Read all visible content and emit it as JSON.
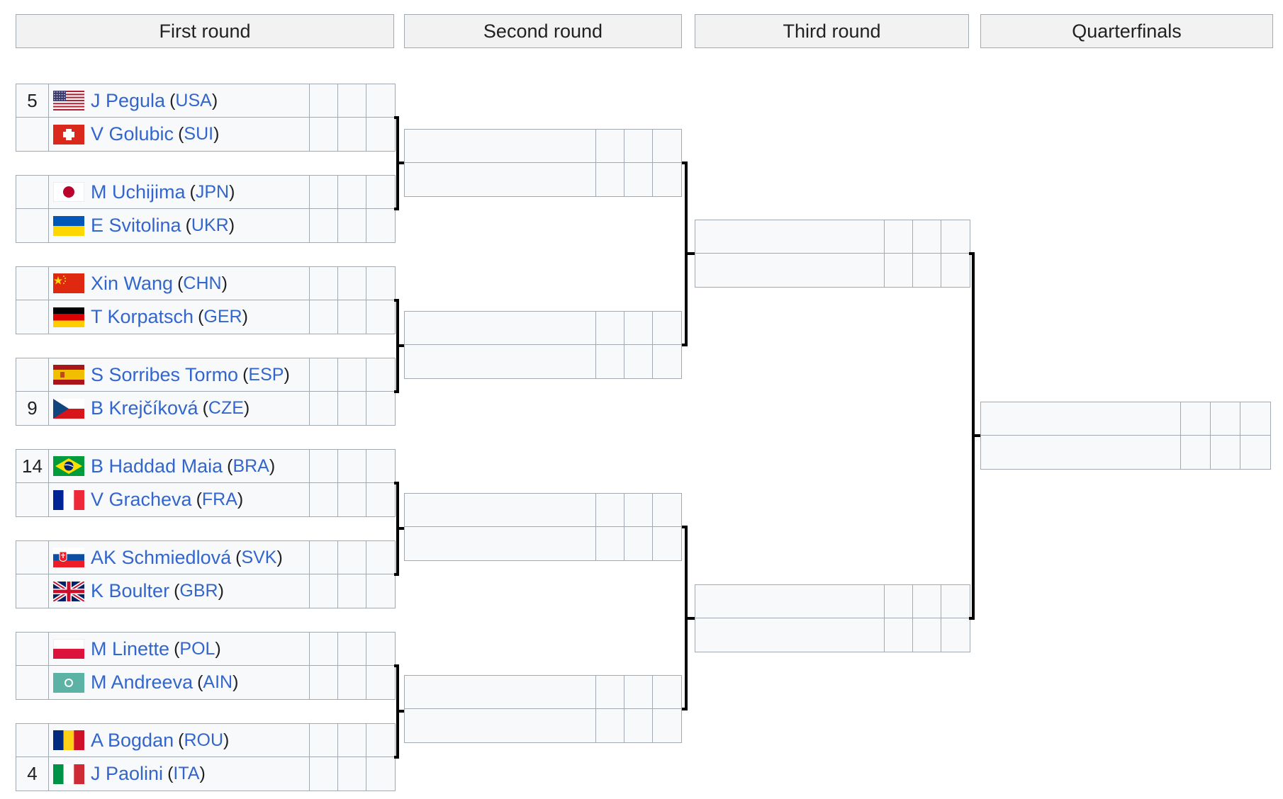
{
  "headers": [
    "First round",
    "Second round",
    "Third round",
    "Quarterfinals"
  ],
  "first_round": [
    {
      "seed": "5",
      "name": "J Pegula",
      "noc": "USA",
      "flag": "usa-flag"
    },
    {
      "seed": "",
      "name": "V Golubic",
      "noc": "SUI",
      "flag": "switzerland-flag"
    },
    {
      "seed": "",
      "name": "M Uchijima",
      "noc": "JPN",
      "flag": "japan-flag"
    },
    {
      "seed": "",
      "name": "E Svitolina",
      "noc": "UKR",
      "flag": "ukraine-flag"
    },
    {
      "seed": "",
      "name": "Xin Wang",
      "noc": "CHN",
      "flag": "china-flag"
    },
    {
      "seed": "",
      "name": "T Korpatsch",
      "noc": "GER",
      "flag": "germany-flag"
    },
    {
      "seed": "",
      "name": "S Sorribes Tormo",
      "noc": "ESP",
      "flag": "spain-flag"
    },
    {
      "seed": "9",
      "name": "B Krejčíková",
      "noc": "CZE",
      "flag": "czechia-flag"
    },
    {
      "seed": "14",
      "name": "B Haddad Maia",
      "noc": "BRA",
      "flag": "brazil-flag"
    },
    {
      "seed": "",
      "name": "V Gracheva",
      "noc": "FRA",
      "flag": "france-flag"
    },
    {
      "seed": "",
      "name": "AK Schmiedlová",
      "noc": "SVK",
      "flag": "slovakia-flag"
    },
    {
      "seed": "",
      "name": "K Boulter",
      "noc": "GBR",
      "flag": "uk-flag"
    },
    {
      "seed": "",
      "name": "M Linette",
      "noc": "POL",
      "flag": "poland-flag"
    },
    {
      "seed": "",
      "name": "M Andreeva",
      "noc": "AIN",
      "flag": "ain-flag"
    },
    {
      "seed": "",
      "name": "A Bogdan",
      "noc": "ROU",
      "flag": "romania-flag"
    },
    {
      "seed": "4",
      "name": "J Paolini",
      "noc": "ITA",
      "flag": "italy-flag"
    }
  ],
  "colors": {
    "link": "#3366cc",
    "border": "#a2a9b1",
    "cell_bg": "#f8f9fa",
    "header_bg": "#f2f2f2"
  }
}
